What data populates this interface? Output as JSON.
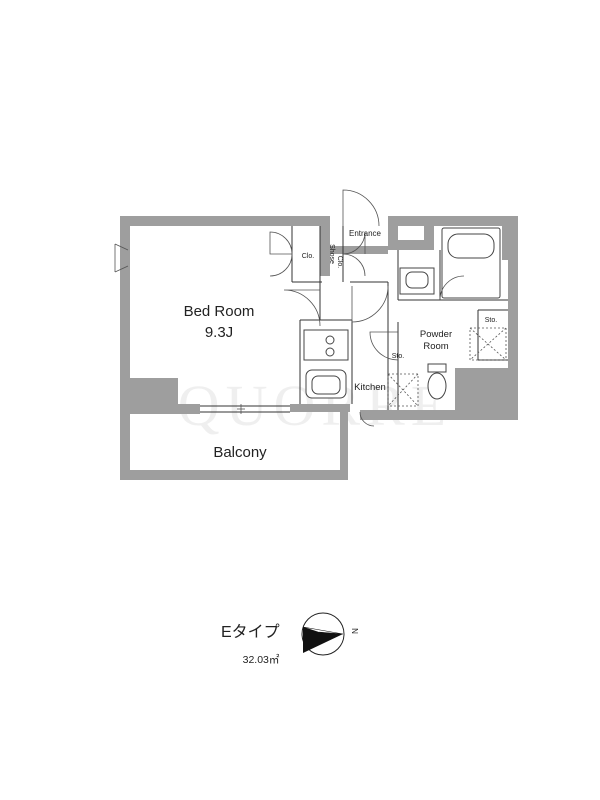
{
  "rooms": {
    "bedroom_name": "Bed Room",
    "bedroom_size": "9.3J",
    "balcony": "Balcony",
    "entrance": "Entrance",
    "kitchen": "Kitchen",
    "powder_line1": "Powder",
    "powder_line2": "Room",
    "clo": "Clo.",
    "shoes_line1": "Shose",
    "shoes_line2": "Clo.",
    "storage": "Sto."
  },
  "legend": {
    "type_label": "Eタイプ",
    "area": "32.03㎡",
    "north_letter": "N"
  },
  "watermark": "QUORRE",
  "colors": {
    "wall": "#9e9e9e",
    "line": "#333333"
  }
}
